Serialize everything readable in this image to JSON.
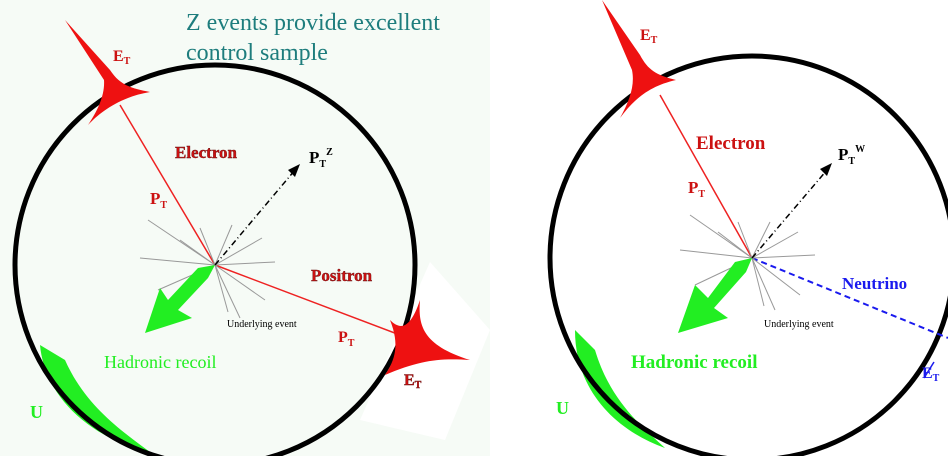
{
  "left_diagram": {
    "caption_line1": "Z events provide excellent",
    "caption_line2": "control sample",
    "electron_label": "Electron",
    "positron_label": "Positron",
    "pt_main": "P",
    "pt_sub": "T",
    "pt_sup": "Z",
    "et_main": "E",
    "et_sub": "T",
    "underlying_event": "Underlying event",
    "hadronic_recoil": "Hadronic recoil",
    "u_label": "U"
  },
  "right_diagram": {
    "electron_label": "Electron",
    "neutrino_label": "Neutrino",
    "pt_main": "P",
    "pt_sub": "T",
    "pt_sup": "W",
    "et_main": "E",
    "et_sub": "T",
    "underlying_event": "Underlying event",
    "hadronic_recoil": "Hadronic recoil",
    "u_label": "U"
  },
  "colors": {
    "electron": "#cc1111",
    "deposit": "#ee1111",
    "recoil": "#22ee22",
    "neutrino": "#1a1aee",
    "caption": "#1e7d7d"
  }
}
